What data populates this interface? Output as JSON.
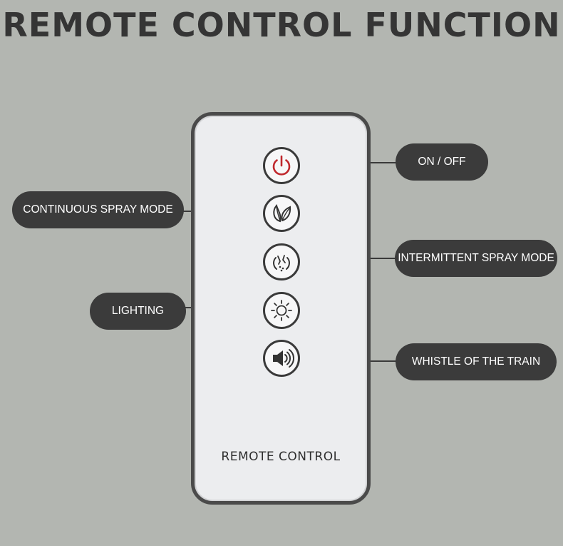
{
  "title": "REMOTE CONTROL FUNCTION",
  "remote": {
    "label": "REMOTE CONTROL",
    "buttons": [
      {
        "icon": "power-icon",
        "function": "ON / OFF",
        "accent": "#c0282d"
      },
      {
        "icon": "leaf-icon",
        "function": "CONTINUOUS SPRAY MODE"
      },
      {
        "icon": "spray-icon",
        "function": "INTERMITTENT SPRAY MODE"
      },
      {
        "icon": "sun-icon",
        "function": "LIGHTING"
      },
      {
        "icon": "speaker-icon",
        "function": "WHISTLE OF THE TRAIN"
      }
    ]
  },
  "colors": {
    "background": "#b3b6b1",
    "remote_body": "#ecedef",
    "pill": "#3b3b3b",
    "power_accent": "#c0282d"
  }
}
